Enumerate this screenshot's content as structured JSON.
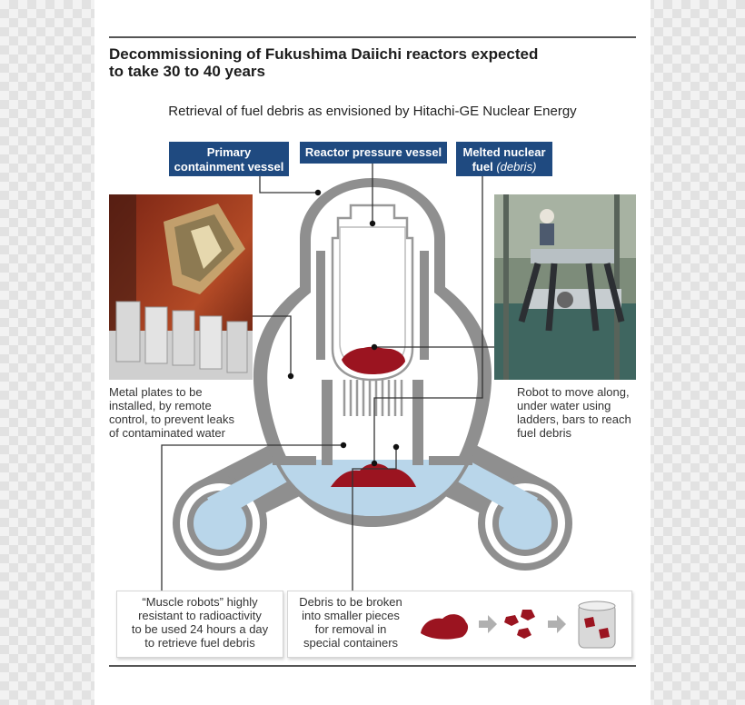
{
  "title_line1": "Decommissioning of Fukushima Daiichi reactors expected",
  "title_line2": "to take 30 to 40 years",
  "subtitle": "Retrieval of fuel debris as envisioned by Hitachi-GE Nuclear Energy",
  "tags": {
    "primary_line1": "Primary",
    "primary_line2": "containment vessel",
    "reactor": "Reactor pressure vessel",
    "melted_line1": "Melted nuclear",
    "melted_line2": "fuel",
    "melted_italic": "(debris)"
  },
  "captions": {
    "left": [
      "Metal plates to be",
      "installed, by remote",
      "control, to prevent leaks",
      "of contaminated water"
    ],
    "right": [
      "Robot to move along,",
      "under water using",
      "ladders, bars to reach",
      "fuel debris"
    ]
  },
  "bottom": {
    "muscle": [
      "“Muscle robots” highly",
      "resistant to radioactivity",
      "to be used 24 hours a day",
      "to retrieve fuel debris"
    ],
    "debris": [
      "Debris to be broken",
      "into smaller pieces",
      "for removal in",
      "special containers"
    ]
  },
  "colors": {
    "tag": "#1f4a80",
    "debris": "#9b1420",
    "water": "#b9d6ea",
    "wall": "#8f8f8f"
  }
}
